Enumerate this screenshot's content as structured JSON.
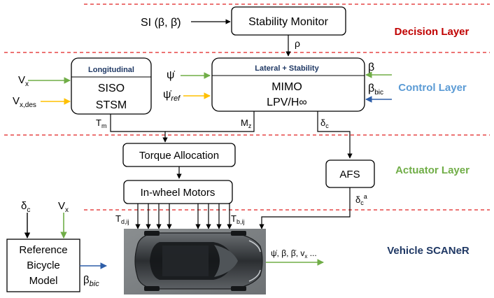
{
  "layers": {
    "decision": {
      "label": "Decision Layer",
      "color": "#c00000"
    },
    "control": {
      "label": "Control Layer",
      "color": "#5b9bd5"
    },
    "actuator": {
      "label": "Actuator Layer",
      "color": "#70ad47"
    },
    "vehicle": {
      "label": "Vehicle SCANeR",
      "color": "#1f3864"
    }
  },
  "colors": {
    "divider": "#e02020",
    "green_arrow": "#70ad47",
    "yellow_arrow": "#ffc000",
    "blue_arrow": "#2e5ea8",
    "box_stroke": "#000000"
  },
  "blocks": {
    "stability_monitor": "Stability Monitor",
    "longitudinal_title": "Longitudinal",
    "longitudinal_l1": "SISO",
    "longitudinal_l2": "STSM",
    "lateral_title": "Lateral + Stability",
    "lateral_l1": "MIMO",
    "lateral_l2": "LPV/H∞",
    "torque_allocation": "Torque Allocation",
    "in_wheel_motors": "In-wheel Motors",
    "afs": "AFS",
    "reference_l1": "Reference",
    "reference_l2": "Bicycle",
    "reference_l3": "Model"
  },
  "signals": {
    "si_input": "SI (β, β̇)",
    "rho": "ρ",
    "vx": "Vx",
    "vx_des": "Vx,des",
    "psi_dot": "ψ̇",
    "psi_dot_ref": "ψ̇ref",
    "beta": "β",
    "beta_bic": "βbic",
    "tm": "Tm",
    "mz": "Mz",
    "delta_c": "δc",
    "delta_c_a": "δca",
    "td": "Td,ij",
    "tb": "Tb,ij",
    "ref_delta_c": "δc",
    "ref_vx": "Vx",
    "beta_bic_out": "βbic",
    "vehicle_outputs": "ψ̇, β, β̇, vx ..."
  },
  "icons": {
    "vehicle": "car-top-view"
  }
}
